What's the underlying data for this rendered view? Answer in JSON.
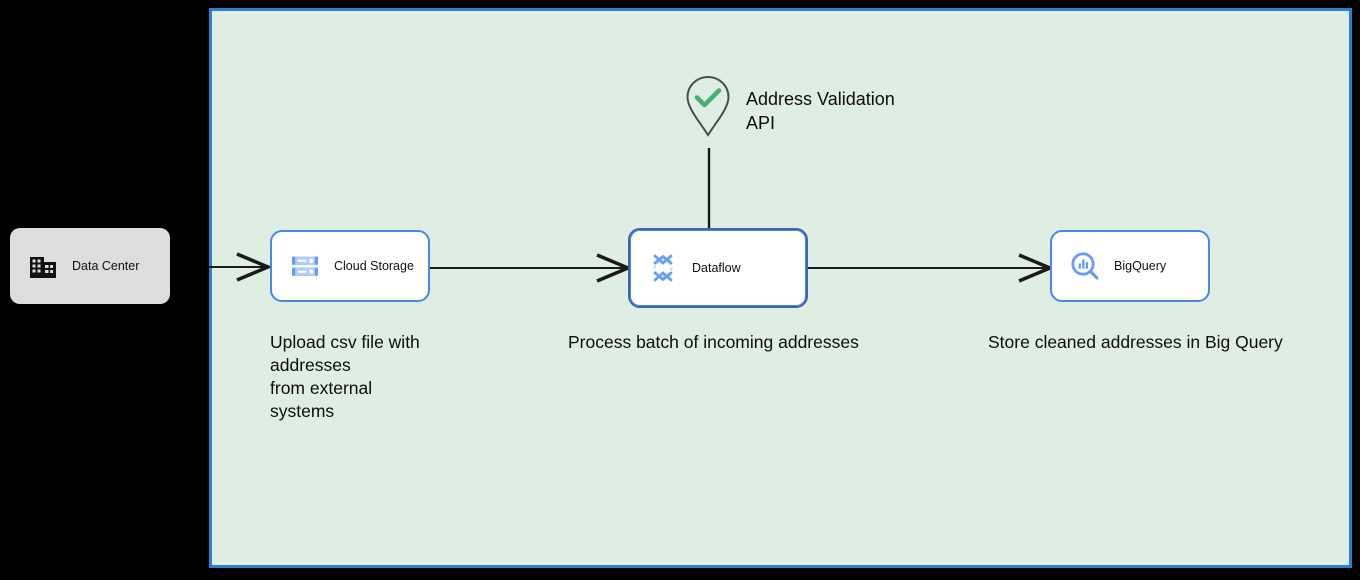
{
  "canvas": {
    "background_color": "#dfeee2",
    "border_color": "#2a7fd4"
  },
  "external": {
    "datacenter": {
      "label": "Data Center",
      "icon": "data-center-icon",
      "background_color": "#dddddd"
    }
  },
  "nodes": [
    {
      "id": "cloud-storage",
      "label": "Cloud Storage",
      "icon": "cloud-storage-icon",
      "selected": false,
      "border_color": "#4a86e8",
      "caption": "Upload csv file with addresses\nfrom external\nsystems"
    },
    {
      "id": "dataflow",
      "label": "Dataflow",
      "icon": "dataflow-icon",
      "selected": true,
      "border_color": "#3b63b0",
      "caption": "Process batch of incoming addresses"
    },
    {
      "id": "bigquery",
      "label": "BigQuery",
      "icon": "bigquery-icon",
      "selected": false,
      "border_color": "#4a86e8",
      "caption": "Store cleaned addresses in Big Query"
    }
  ],
  "marker": {
    "label": "Address Validation\nAPI",
    "icon": "map-pin-check-icon",
    "check_color": "#4caf72",
    "outline_color": "#4d4d4d"
  },
  "connectors": [
    {
      "id": "datacenter-to-cloud-storage",
      "from": "Data Center",
      "to": "Cloud Storage",
      "style": "arrow"
    },
    {
      "id": "cloud-storage-to-dataflow",
      "from": "Cloud Storage",
      "to": "Dataflow",
      "style": "arrow"
    },
    {
      "id": "dataflow-to-bigquery",
      "from": "Dataflow",
      "to": "BigQuery",
      "style": "arrow"
    },
    {
      "id": "address-validation-to-dataflow",
      "from": "Address Validation API",
      "to": "Dataflow",
      "style": "line"
    }
  ]
}
